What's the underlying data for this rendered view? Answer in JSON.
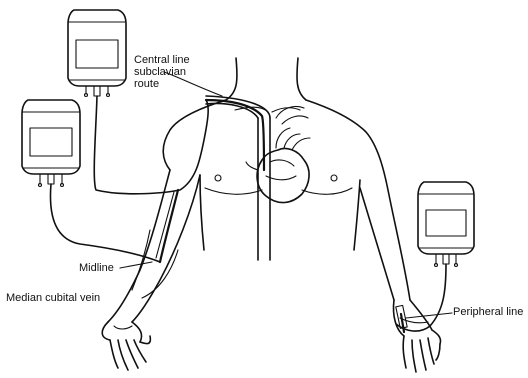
{
  "labels": {
    "central_line": "Central line\nsubclavian\nroute",
    "midline": "Midline",
    "median_cubital": "Median cubital vein",
    "peripheral": "Peripheral line"
  }
}
